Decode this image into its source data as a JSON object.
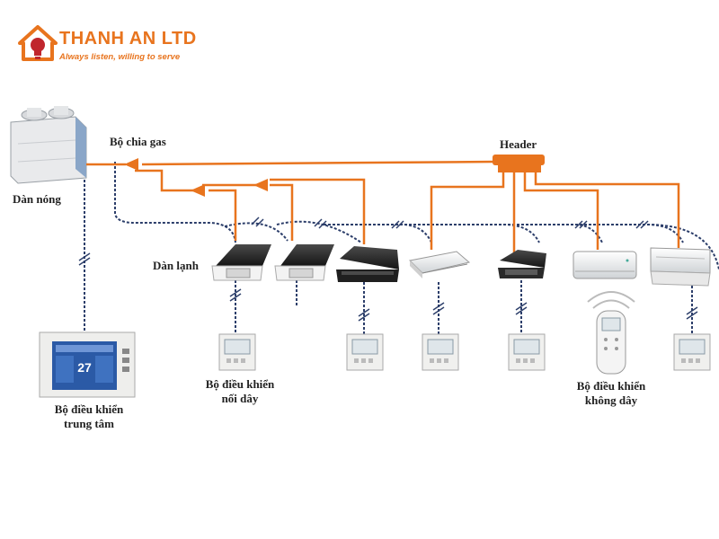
{
  "brand": {
    "name": "THANH AN LTD",
    "slogan": "Always listen, willing to serve",
    "color": "#e8741e"
  },
  "labels": {
    "outdoor_unit": "Dàn nóng",
    "gas_splitter": "Bộ chia gas",
    "header": "Header",
    "indoor_units": "Dàn lạnh",
    "central_controller_line1": "Bộ điều khiển",
    "central_controller_line2": "trung tâm",
    "wired_controller_line1": "Bộ điều khiển",
    "wired_controller_line2": "nối dây",
    "wireless_controller_line1": "Bộ điều khiển",
    "wireless_controller_line2": "không dây"
  },
  "central_display": {
    "temperature": "27"
  },
  "colors": {
    "pipe": "#e8741e",
    "cable": "#2c3e6a",
    "unit_dark": "#2a2a2a",
    "unit_light": "#f1f1f1"
  }
}
